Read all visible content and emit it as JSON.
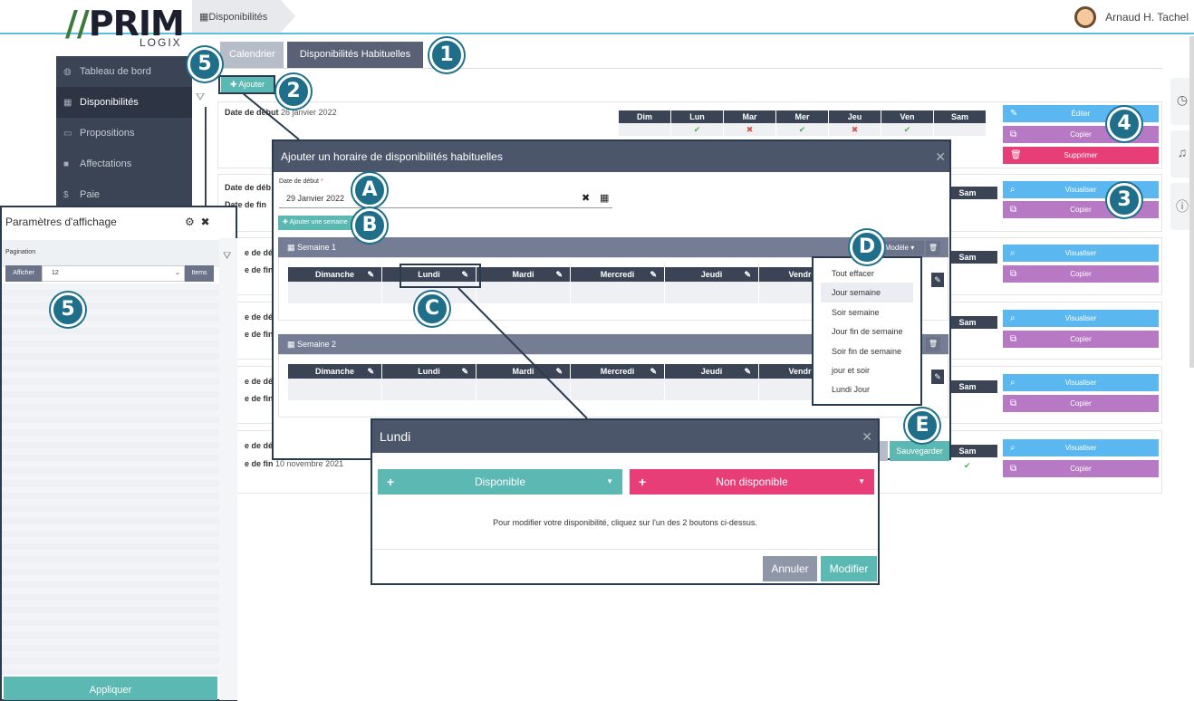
{
  "brand": {
    "logo_main": "PRIM",
    "logo_sub": "LOGIX"
  },
  "breadcrumb": "Disponibilités",
  "user": {
    "name": "Arnaud H. Tachel"
  },
  "sidebar": {
    "items": [
      {
        "label": "Tableau de bord",
        "icon": "dashboard-icon"
      },
      {
        "label": "Disponibilités",
        "icon": "calendar-icon"
      },
      {
        "label": "Propositions",
        "icon": "card-icon"
      },
      {
        "label": "Affectations",
        "icon": "briefcase-icon"
      },
      {
        "label": "Paie",
        "icon": "dollar-icon"
      }
    ]
  },
  "tabs": [
    {
      "label": "Calendrier"
    },
    {
      "label": "Disponibilités Habituelles"
    }
  ],
  "add_button": "Ajouter",
  "rows": [
    {
      "start_label": "Date de début",
      "start_value": "26 janvier 2022"
    },
    {
      "start_label": "Date de déb",
      "end_label": "Date de fin"
    },
    {
      "start_label": "e de déb",
      "end_label": "e de fin"
    },
    {
      "start_label": "e de déb",
      "end_label": "e de fin"
    },
    {
      "start_label": "e de déb",
      "end_label": "e de fin"
    },
    {
      "start_label": "e de déb",
      "end_label": "e de fin",
      "end_value": "10 novembre 2021"
    }
  ],
  "days_short": [
    "Dim",
    "Lun",
    "Mar",
    "Mer",
    "Jeu",
    "Ven",
    "Sam"
  ],
  "first_row_marks": [
    "",
    "✔",
    "✖",
    "✔",
    "✖",
    "✔",
    ""
  ],
  "sam": "Sam",
  "actions": {
    "edit": "Éditer",
    "copy": "Copier",
    "delete": "Supprimer",
    "view": "Visualiser"
  },
  "modal": {
    "title": "Ajouter un horaire de disponibilités habituelles",
    "date_label": "Date de début",
    "required": "*",
    "date_value": "29 Janvier 2022",
    "add_week": "Ajouter une semaine",
    "weeks": [
      "Semaine 1",
      "Semaine 2"
    ],
    "days": [
      "Dimanche",
      "Lundi",
      "Mardi",
      "Mercredi",
      "Jeudi",
      "Vendredi"
    ],
    "modele": "Modèle",
    "save": "Sauvegarder"
  },
  "dropdown": [
    "Tout effacer",
    "Jour semaine",
    "Soir semaine",
    "Jour fin de semaine",
    "Soir fin de semaine",
    "jour et soir",
    "Lundi Jour"
  ],
  "submodal": {
    "title": "Lundi",
    "available": "Disponible",
    "unavailable": "Non disponible",
    "hint": "Pour modifier votre disponibilité, cliquez sur l'un des 2 boutons ci-dessus.",
    "cancel": "Annuler",
    "modify": "Modifier"
  },
  "panel": {
    "title": "Paramètres d'affichage",
    "section": "Pagination",
    "show": "Afficher",
    "select_value": "12",
    "items": "Items",
    "apply": "Appliquer"
  },
  "callouts": {
    "one": "1",
    "two": "2",
    "three": "3",
    "four": "4",
    "five": "5",
    "A": "A",
    "B": "B",
    "C": "C",
    "D": "D",
    "E": "E"
  },
  "colors": {
    "teal": "#5cb8b2",
    "pink": "#e83e78",
    "blue": "#5ab7f0",
    "purple": "#b779c4",
    "navy": "#3b4455",
    "callout": "#1f6f8b"
  }
}
